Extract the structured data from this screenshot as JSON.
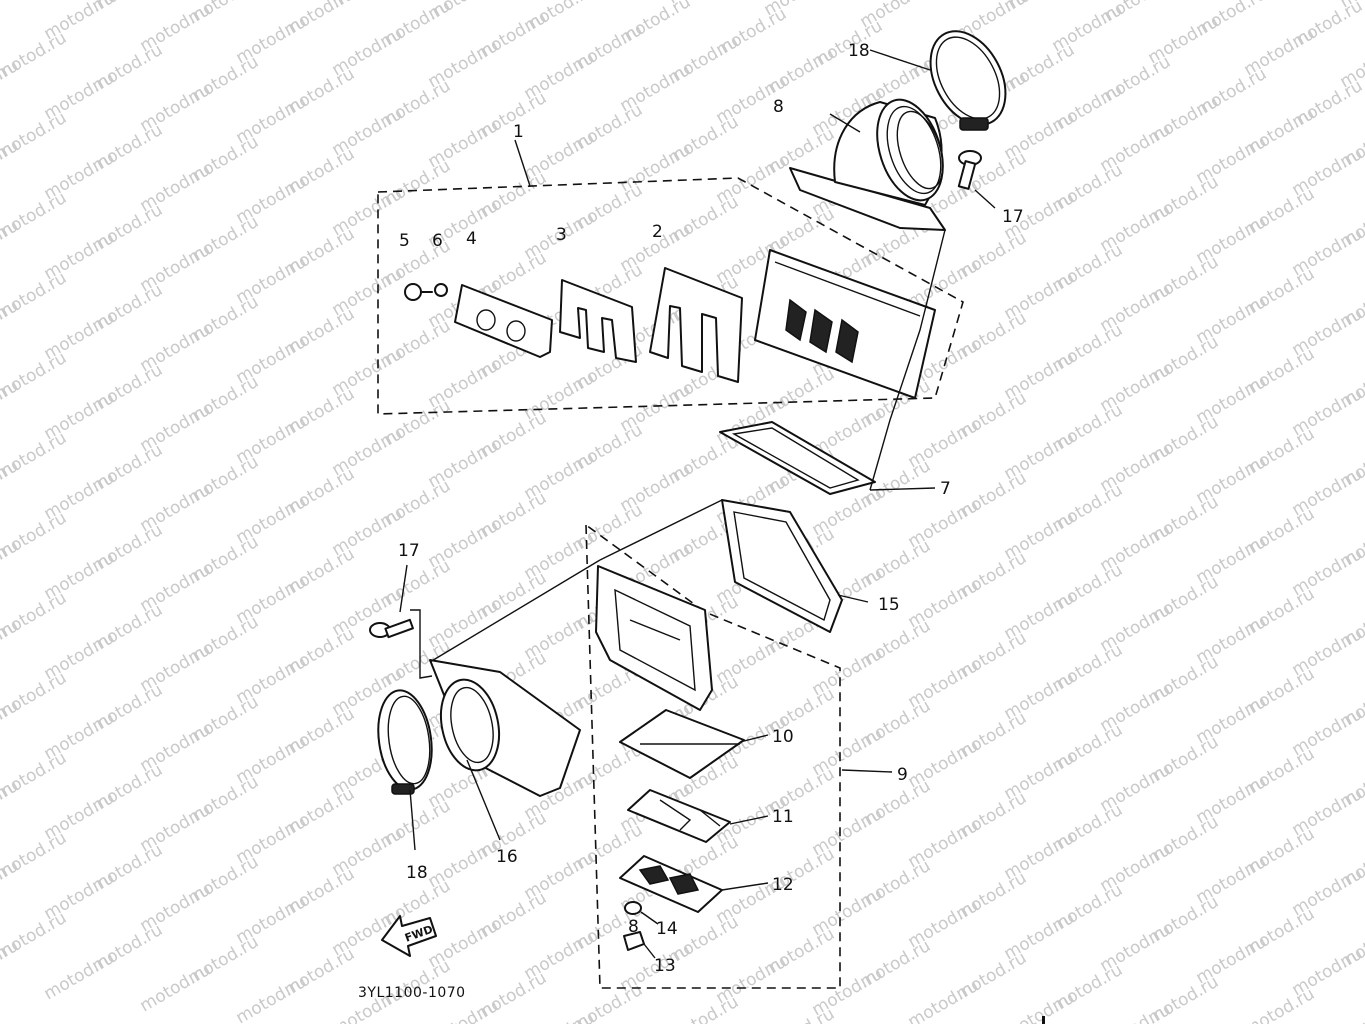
{
  "watermark": "motod.ru",
  "diagram_code": "3YL1100-1070",
  "direction_label": "FWD",
  "callouts": {
    "c1": "1",
    "c2": "2",
    "c3": "3",
    "c4": "4",
    "c5": "5",
    "c6": "6",
    "c7": "7",
    "c8": "8",
    "c9": "9",
    "c10": "10",
    "c11": "11",
    "c12": "12",
    "c13": "13",
    "c14": "14",
    "c15": "15",
    "c16": "16",
    "c17_top": "17",
    "c17_left": "17",
    "c18_top": "18",
    "c18_bottom": "18",
    "c8_small": "8"
  }
}
